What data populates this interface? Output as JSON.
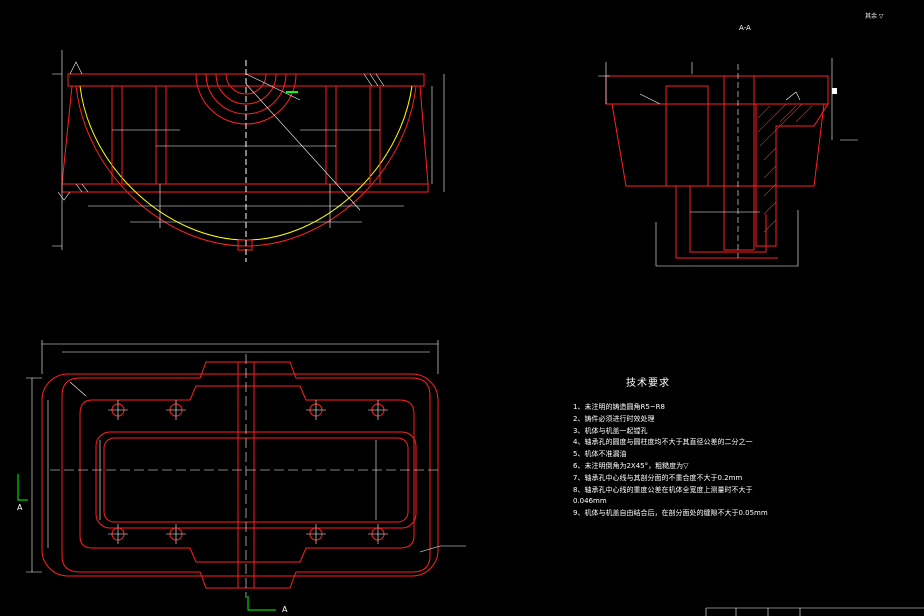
{
  "corner_note": "其余 ▽",
  "section_title": "A-A",
  "section_marks": {
    "left": "A",
    "bottom": "A"
  },
  "tech_requirements": {
    "title": "技术要求",
    "items": [
      "1、未注明的铸造圆角R5~R8",
      "2、铸件必须进行时效处理",
      "3、机体与机盖一起镗孔",
      "4、轴承孔的圆度与圆柱度均不大于其直径公差的二分之一",
      "5、机体不准漏油",
      "6、未注明倒角为2X45°，粗糙度为▽",
      "7、轴承孔中心线与其剖分面的不重合度不大于0.2mm",
      "8、轴承孔中心线的重度公差在机体全宽度上测量时不大于",
      "0.046mm",
      "9、机体与机盖自由结合后，在剖分面处的缝隙不大于0.05mm"
    ]
  },
  "colors": {
    "outline": "#ff2020",
    "dimension": "#ffffff",
    "arc": "#ffff00",
    "center_mark": "#00ff00"
  }
}
